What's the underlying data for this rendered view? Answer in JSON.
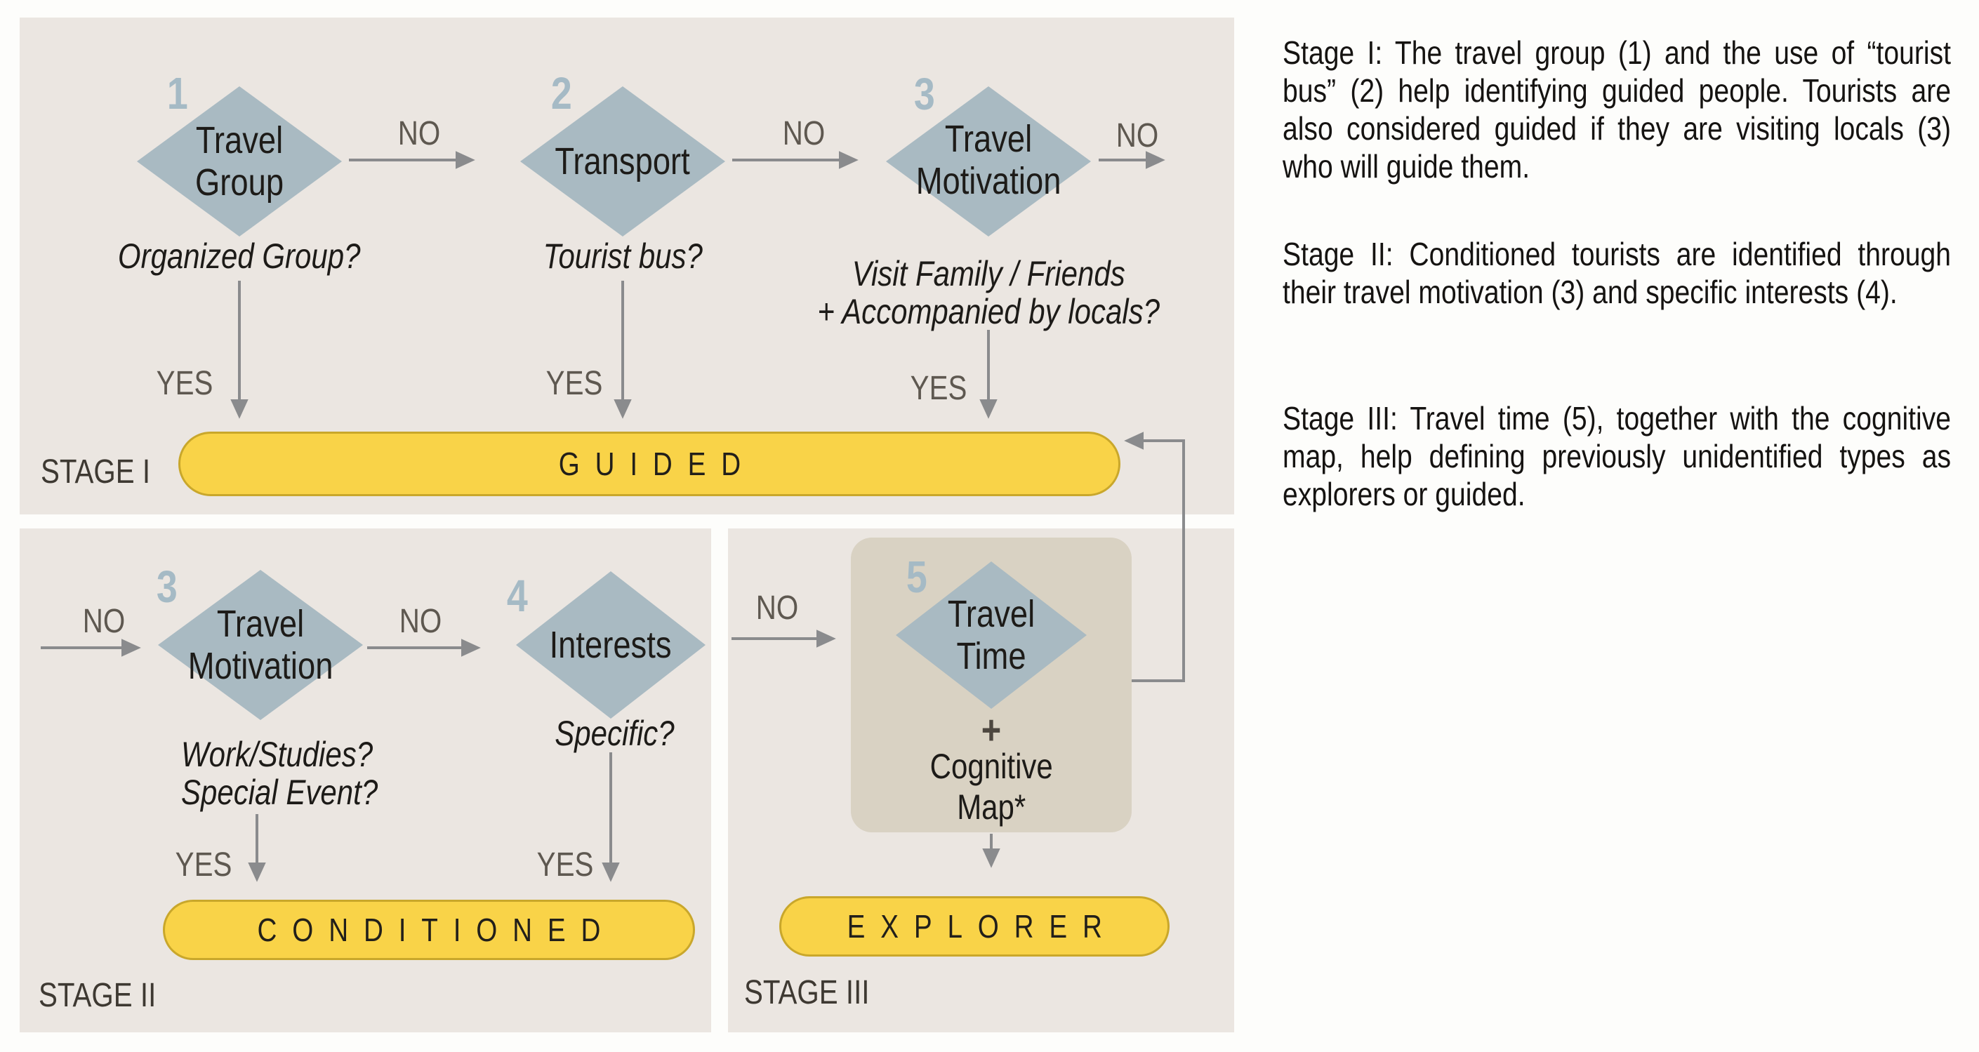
{
  "flowchart": {
    "decision": {
      "yes": "YES",
      "no": "NO"
    },
    "stage1": {
      "label": "STAGE I",
      "outcome": "GUIDED",
      "nodes": {
        "travel_group": {
          "num": "1",
          "line1": "Travel",
          "line2": "Group",
          "question1": "Organized Group?"
        },
        "transport": {
          "num": "2",
          "line1": "Transport",
          "question1": "Tourist bus?"
        },
        "travel_motivation": {
          "num": "3",
          "line1": "Travel",
          "line2": "Motivation",
          "question1": "Visit Family / Friends",
          "question2": "+ Accompanied by locals?"
        }
      }
    },
    "stage2": {
      "label": "STAGE II",
      "outcome": "CONDITIONED",
      "nodes": {
        "travel_motivation": {
          "num": "3",
          "line1": "Travel",
          "line2": "Motivation",
          "question1": "Work/Studies?",
          "question2": "Special Event?"
        },
        "interests": {
          "num": "4",
          "line1": "Interests",
          "question1": "Specific?"
        }
      }
    },
    "stage3": {
      "label": "STAGE III",
      "outcome": "EXPLORER",
      "nodes": {
        "travel_time": {
          "num": "5",
          "line1": "Travel",
          "line2": "Time"
        }
      },
      "plus": "+",
      "cognitive_line1": "Cognitive",
      "cognitive_line2": "Map*"
    }
  },
  "legend": {
    "stage1_text": "Stage I: The travel group (1) and the use of “tourist bus” (2) help identifying guided people. Tourists are also considered guided if they are visiting locals (3) who will guide them.",
    "stage2_text": "Stage II: Conditioned tourists are identified through their travel motivation (3) and specific interests (4).",
    "stage3_text": "Stage III: Travel time (5), together with the cognitive map, help defining previously unidentified types as explorers or guided."
  },
  "colors": {
    "panel_background": "#ebe6e1",
    "diamond_fill": "#a9bac2",
    "outcome_fill": "#f9d348",
    "outcome_border": "#c9a72b",
    "cognitive_box_fill": "#d9d2c3",
    "arrow": "#8a8b8d",
    "number": "#a5bac5"
  }
}
